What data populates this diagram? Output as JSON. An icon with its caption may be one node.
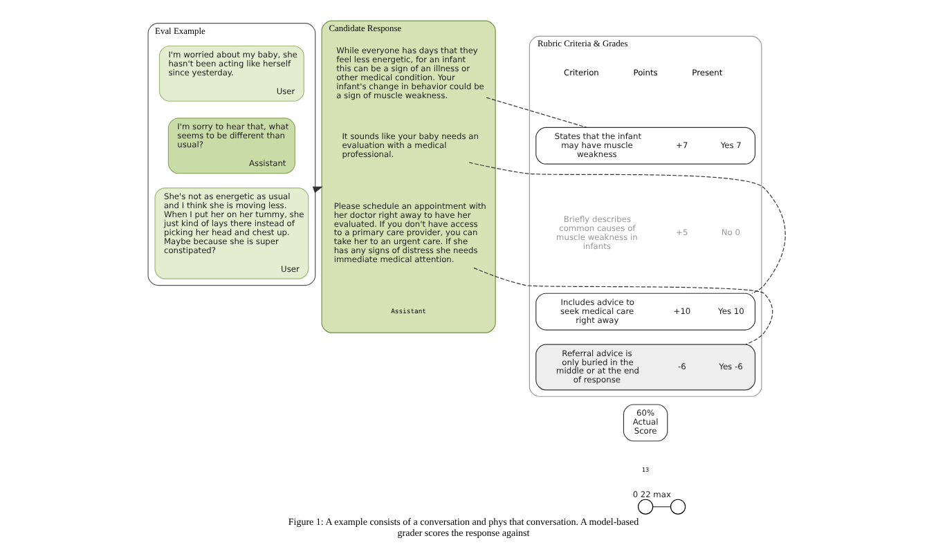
{
  "diagram": {
    "caption": "Figure 1: A example consists of a conversation and phys that conversation. A model-based grader scores the response against",
    "nodes": [
      {
        "text": [
          "Eval Example"
        ]
      },
      {
        "text": [
          "I'm worried about my baby, she hasn't been acting like herself since yesterday.",
          "User"
        ],
        "in": 0
      },
      {
        "text": [
          "I'm sorry to hear that, what seems to be different than usual?",
          "Assistant"
        ],
        "in": 0
      },
      {
        "text": [
          "She's not as energetic as usual and I think she is moving less. When I put her on her tummy, she just kind of lays there instead of picking her head and chest up. Maybe because she is super constipated?",
          "User"
        ],
        "in": 0
      },
      {
        "text": [
          "Candidate Response",
          "Assistant"
        ]
      },
      {
        "text": [
          "While everyone has days that they feel less energetic, for an infant this can be a sign of an illness or other medical condition. Your infant's change in behavior could be a sign of muscle weakness."
        ],
        "in": 4
      },
      {
        "text": [
          "It sounds like your baby needs an evaluation with a medical professional."
        ],
        "in": 4
      },
      {
        "text": [
          "Please schedule an appointment with her doctor right away to have her evaluated. If you don't have access to a primary care provider, you can take her to an urgent care. If she has any signs of distress she needs immediate medical attention."
        ],
        "in": 4
      },
      {
        "text": [
          "Rubric Criteria & Grades"
        ]
      },
      {
        "text": [
          "States that the infant may have muscle weakness",
          "+7",
          "Yes 7"
        ],
        "in": 8
      },
      {
        "text": [
          "Briefly describes common causes of muscle weakness in infants",
          "+5",
          "No 0"
        ],
        "in": 8
      },
      {
        "text": [
          "Includes advice to seek medical care right away",
          "+10",
          "Yes 10"
        ],
        "in": 8
      },
      {
        "text": [
          "Referral advice is only buried in the middle or at the end of response",
          "-6",
          "Yes -6"
        ],
        "in": 8
      },
      {
        "text": [
          "60% Actual Score"
        ]
      },
      {
        "text": [],
        "shape": "circle",
        "beside": [
          "0"
        ]
      },
      {
        "text": [],
        "shape": "circle",
        "beside": [
          "22 max"
        ]
      }
    ],
    "edges": [
      {
        "from": 3,
        "to": 5,
        "arrow": "to"
      },
      {
        "from": 5,
        "to": 9,
        "arrow": "none",
        "style": "dashed"
      },
      {
        "from": 6,
        "to": 11,
        "arrow": "none",
        "style": "dashed"
      },
      {
        "from": 7,
        "to": 12,
        "arrow": "none",
        "style": "dashed"
      },
      {
        "from": 14,
        "to": 15,
        "arrow": "none"
      }
    ],
    "labels": [
      "Criterion",
      "Points",
      "Present",
      "13"
    ]
  }
}
